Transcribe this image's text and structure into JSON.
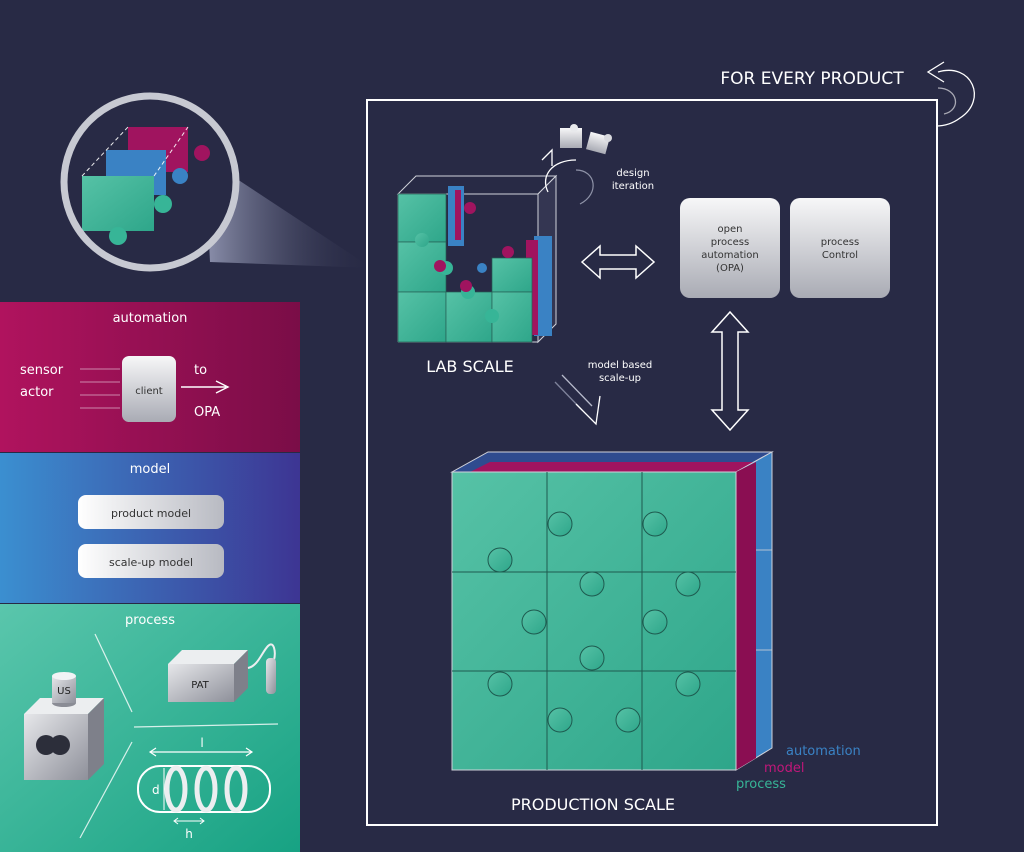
{
  "header": {
    "title": "FOR EVERY PRODUCT"
  },
  "labels": {
    "lab_scale": "LAB SCALE",
    "production_scale": "PRODUCTION SCALE",
    "design_iteration": [
      "design",
      "iteration"
    ],
    "model_based_scaleup": [
      "model based",
      "scale-up"
    ]
  },
  "boxes": {
    "opa": [
      "open",
      "process",
      "automation",
      "(OPA)"
    ],
    "process_control": [
      "process",
      "Control"
    ]
  },
  "automation_panel": {
    "title": "automation",
    "inputs": [
      "sensor",
      "actor"
    ],
    "client": "client",
    "output": [
      "to",
      "OPA"
    ]
  },
  "model_panel": {
    "title": "model",
    "buttons": [
      "product model",
      "scale-up model"
    ]
  },
  "process_panel": {
    "title": "process",
    "pat": "PAT",
    "us": "US",
    "dims": {
      "l": "l",
      "d": "d",
      "h": "h"
    }
  },
  "layer_legend": {
    "automation": "automation",
    "model": "model",
    "process": "process"
  },
  "colors": {
    "background": "#282a45",
    "automation": "#3a82c4",
    "model": "#a0145f",
    "process": "#37b597",
    "panel_text": "#ffffff"
  }
}
